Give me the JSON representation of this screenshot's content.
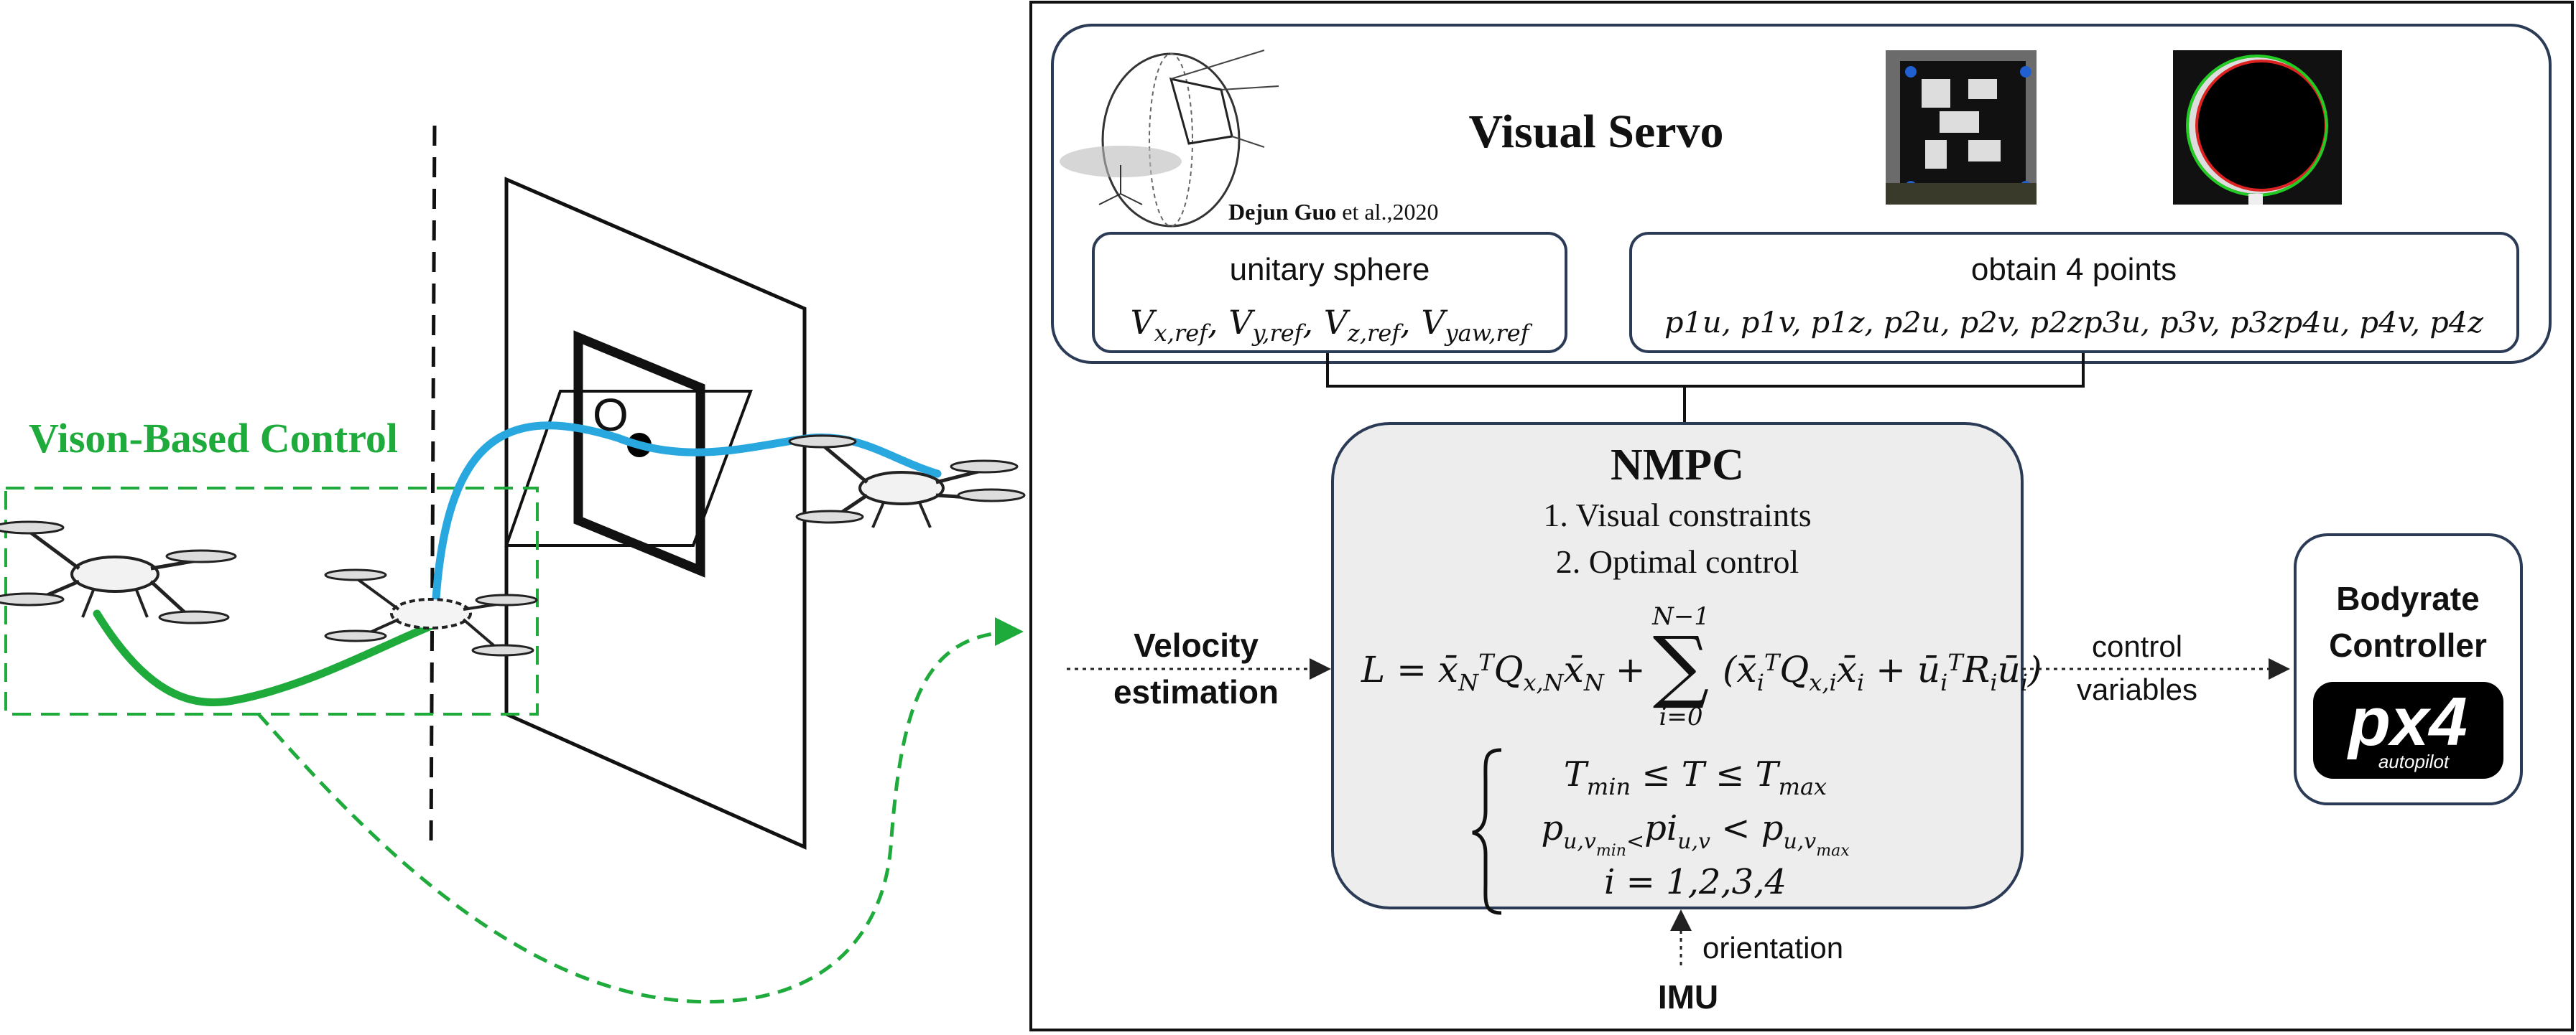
{
  "left": {
    "title": "Vison-Based Control",
    "gate_label": "O"
  },
  "visual_servo": {
    "title": "Visual Servo",
    "citation_name": "Dejun Guo",
    "citation_rest": " et al.,2020",
    "sphere_box": {
      "title": "unitary sphere",
      "vars": [
        "V",
        "x,ref",
        ", V",
        "y,ref",
        ", V",
        "z,ref",
        ", V",
        "yaw,ref"
      ]
    },
    "points_box": {
      "title": "obtain 4 points",
      "vars_text": "p1u, p1v, p1z, p2u, p2v, p2zp3u, p3v, p3zp4u, p4v, p4z"
    }
  },
  "nmpc": {
    "title": "NMPC",
    "item1": "1. Visual constraints",
    "item2": "2. Optimal control",
    "sum_top": "N−1",
    "sum_bottom": "i=0",
    "constraint3": "i = 1,2,3,4"
  },
  "velocity": {
    "line1": "Velocity",
    "line2": "estimation"
  },
  "control": {
    "line1": "control",
    "line2": "variables"
  },
  "imu": {
    "label": "IMU",
    "orientation": "orientation"
  },
  "bodyrate": {
    "line1": "Bodyrate",
    "line2": "Controller",
    "logo_main": "px4",
    "logo_sub": "autopilot"
  },
  "colors": {
    "green": "#1faa3c",
    "blue": "#29a8e0",
    "box_fill": "#ededed",
    "border": "#2b3a55"
  }
}
